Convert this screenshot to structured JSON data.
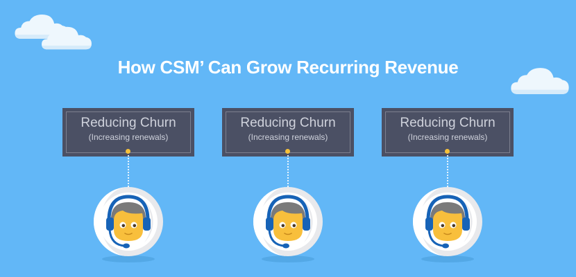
{
  "title": "How CSM’ Can Grow Recurring Revenue",
  "colors": {
    "background": "#62b7f7",
    "cloud": "#eef7fd",
    "cloud_shade": "#d6ebfa",
    "title_text": "#ffffff",
    "card": "#4b5064",
    "card_text": "#cfd2dc",
    "connector_dot": "#f6c13a",
    "avatar_circle": "#ffffff",
    "avatar_circle_shade": "#e8e9ec",
    "hair": "#7a7a7a",
    "face": "#f8bf3c",
    "headset": "#1763b7",
    "eye": "#4a3a2a",
    "shadow": "#53a8e6"
  },
  "icons": [
    "cloud-icon",
    "customer-support-agent-icon"
  ],
  "cards": [
    {
      "title": "Reducing Churn",
      "subtitle": "(Increasing renewals)"
    },
    {
      "title": "Reducing Churn",
      "subtitle": "(Increasing renewals)"
    },
    {
      "title": "Reducing Churn",
      "subtitle": "(Increasing renewals)"
    }
  ]
}
